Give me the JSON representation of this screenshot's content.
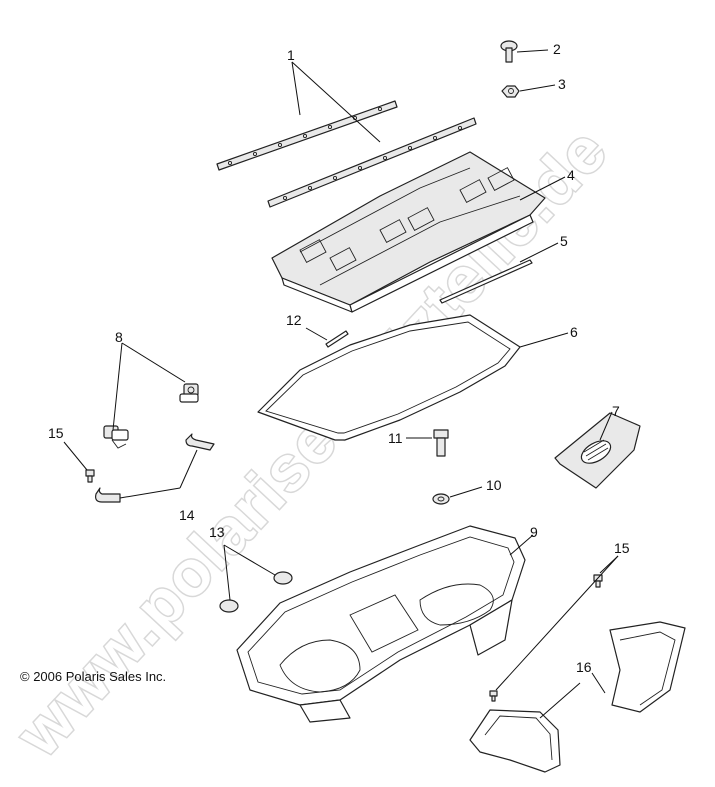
{
  "watermark": "www.polarisersatzteile.de",
  "copyright": "© 2006 Polaris Sales Inc.",
  "callouts": {
    "c1": "1",
    "c2": "2",
    "c3": "3",
    "c4": "4",
    "c5": "5",
    "c6": "6",
    "c7": "7",
    "c8": "8",
    "c9": "9",
    "c10": "10",
    "c11": "11",
    "c12": "12",
    "c13": "13",
    "c14": "14",
    "c15a": "15",
    "c15b": "15",
    "c16": "16"
  }
}
